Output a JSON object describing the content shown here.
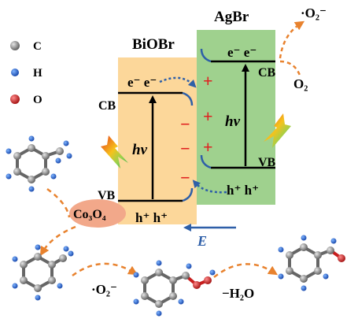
{
  "materials": {
    "biobr": "BiOBr",
    "agbr": "AgBr",
    "co3o4": "Co₃O₄"
  },
  "bands": {
    "cb": "CB",
    "vb": "VB",
    "electrons": "e⁻ e⁻",
    "holes": "h⁺ h⁺",
    "hv": "hv"
  },
  "charges": {
    "plus": "+",
    "minus": "−"
  },
  "field_label": "E",
  "species": {
    "superoxide": "·O₂⁻",
    "oxygen": "O₂",
    "minus_water": "−H₂O"
  },
  "legend": [
    {
      "label": "C",
      "color": "#7f7f7f"
    },
    {
      "label": "H",
      "color": "#1f5fbf"
    },
    {
      "label": "O",
      "color": "#c81e1e"
    }
  ],
  "colors": {
    "biobr_region": "#fcd79a",
    "agbr_region": "#9fd18e",
    "electron_arrow": "#2e5fa8",
    "path_arrow": "#e8822e",
    "charge": "#e02020",
    "co3o4_fill": "#f2a88a"
  }
}
